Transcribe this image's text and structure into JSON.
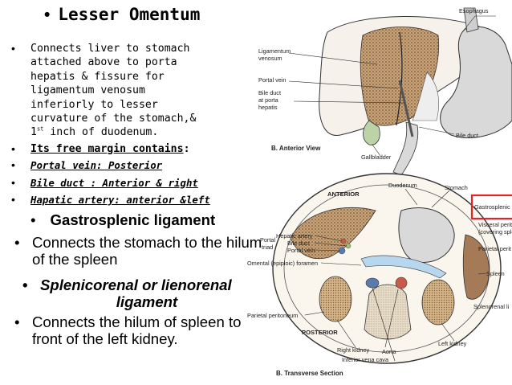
{
  "lesser_omentum": {
    "bullet": "•",
    "title": "Lesser Omentum",
    "connects_lines": [
      "Connects liver to stomach",
      "attached above to porta",
      "hepatis & fissure for",
      "ligamentum venosum",
      "inferiorly to lesser",
      "curvature of the stomach,&"
    ],
    "connects_last_prefix": "1",
    "connects_last_sup": "st",
    "connects_last_suffix": " inch of duodenum.",
    "free_margin": "Its free margin contains",
    "free_margin_colon": ":",
    "contents": [
      "Portal vein: Posterior",
      "Bile duct : Anterior & right",
      "Hapatic artery: anterior &left"
    ]
  },
  "gastrosplenic": {
    "bullet": "•",
    "title": "Gastrosplenic ligament",
    "desc": "Connects the stomach to the hilum of the spleen"
  },
  "splenicorenal": {
    "bullet": "•",
    "title_line1": "Splenicorenal or lienorenal",
    "title_line2": "ligament",
    "desc": "Connects the hilum of spleen to front of the left kidney."
  },
  "figure_labels": {
    "esophagus": "Esophagus",
    "lig_venosum_1": "Ligamentum",
    "lig_venosum_2": "venosum",
    "portal_vein": "Portal vein",
    "bile_duct_porta_1": "Bile duct",
    "bile_duct_porta_2": "at porta",
    "bile_duct_porta_3": "hepatis",
    "bile_duct": "Bile duct",
    "gallbladder": "Gallbladder",
    "anterior_view": "B. Anterior View",
    "anterior": "ANTERIOR",
    "duodenum": "Duodenum",
    "stomach": "Stomach",
    "gastrosplenic_lig": "Gastrosplenic ligame",
    "visceral_peri_1": "Visceral perit",
    "visceral_peri_2": "(covering sple",
    "parietal_peri_r": "Parietal perit",
    "hepatic_artery": "Hepatic artery",
    "bile_duct_2": "Bile duct",
    "portal_vein_2": "Portal vein",
    "portal_triad_1": "Portal",
    "portal_triad_2": "triad",
    "omental_foramen": "Omental (epiploic) foramen",
    "spleen": "Spleen",
    "parietal_peritoneum": "Parietal peritoneum",
    "splenorenal_lig": "Splenorenal li",
    "posterior": "POSTERIOR",
    "left_kidney": "Left kidney",
    "right_kidney": "Right kidney",
    "aorta": "Aorta",
    "ivc": "Inferior vena cava",
    "transverse_section": "B. Transverse Section"
  },
  "colors": {
    "highlight_box": "#e0242a",
    "stomach_fill": "#dcdcdc",
    "liver_stipple": "#7a5632",
    "kidney": "#9a7040"
  }
}
